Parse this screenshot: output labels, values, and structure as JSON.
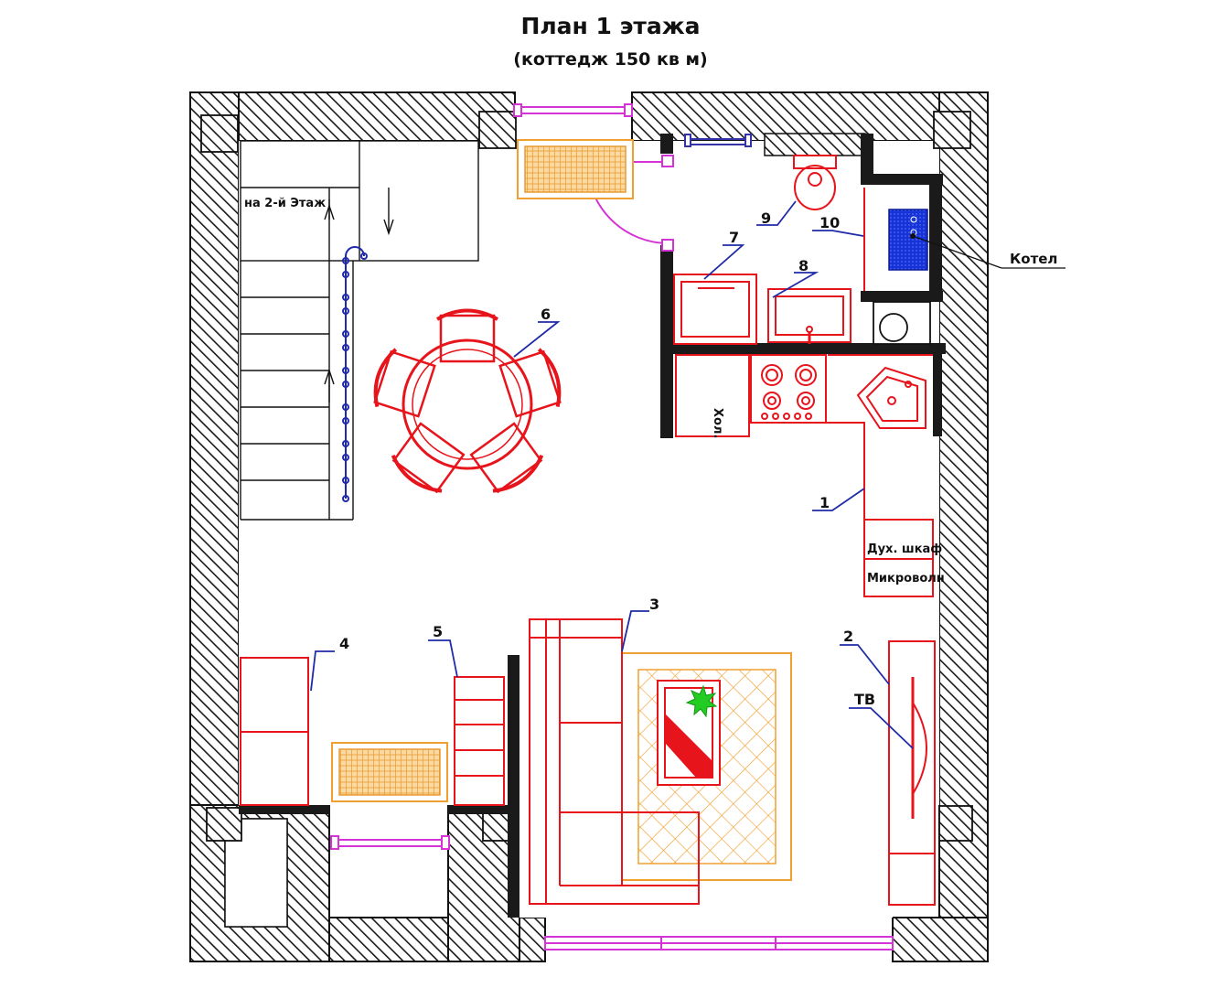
{
  "title": "План 1 этажа",
  "subtitle": "(коттедж 150 кв м)",
  "labels": {
    "stairs": "на 2-й Этаж",
    "boiler": "Котел",
    "fridge": "Хол.",
    "oven": "Дух. шкаф",
    "microwave": "Микроволн",
    "tv": "ТВ"
  },
  "markers": [
    "1",
    "2",
    "3",
    "4",
    "5",
    "6",
    "7",
    "8",
    "9",
    "10"
  ],
  "colors": {
    "wall_hatch": "#1a1a1a",
    "furniture": "#e8141c",
    "window": "#d633d6",
    "rug": "#f0a030",
    "leader": "#1f2aa8",
    "boiler": "#1633d8",
    "plant": "#22cc22"
  }
}
